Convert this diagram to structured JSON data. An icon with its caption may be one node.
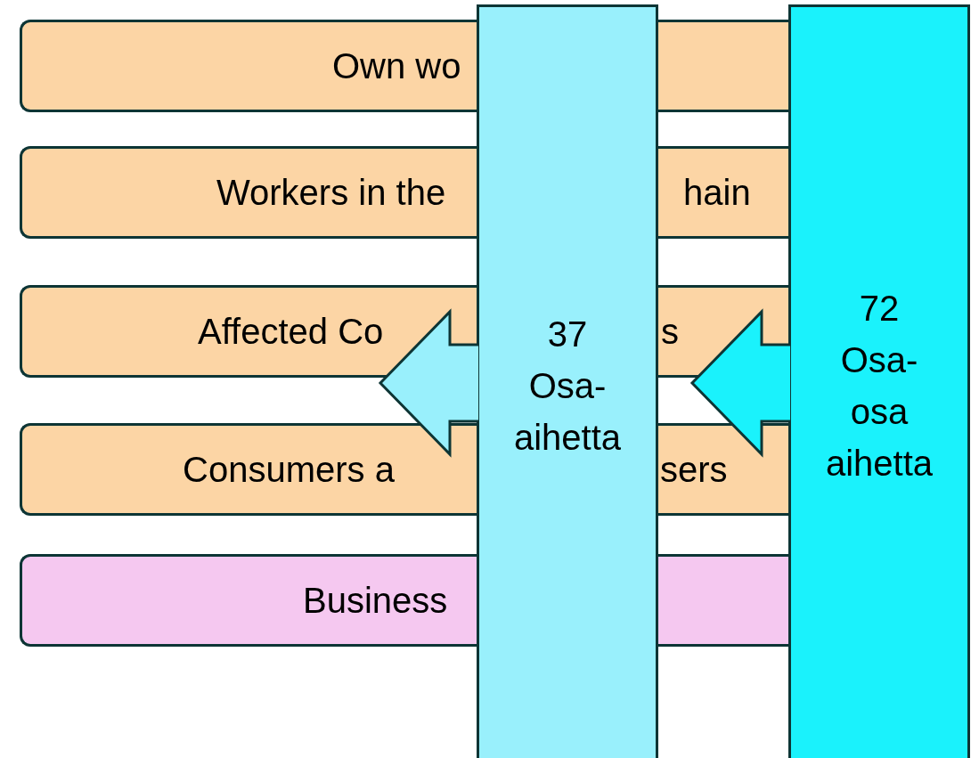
{
  "diagram": {
    "nodes": [
      {
        "text": [
          "Own wo"
        ]
      },
      {
        "text": [],
        "shape": "box"
      },
      {
        "text": [
          "Workers in the"
        ]
      },
      {
        "text": [
          "hain"
        ]
      },
      {
        "text": [
          "Affected Co"
        ]
      },
      {
        "text": [
          "s"
        ]
      },
      {
        "text": [
          "Consumers a"
        ]
      },
      {
        "text": [
          "sers"
        ]
      },
      {
        "text": [
          "Business"
        ]
      },
      {
        "text": [],
        "shape": "box"
      },
      {
        "text": [
          "37 Osa- aihetta"
        ]
      },
      {
        "text": [
          "72 Osa- osa aihetta"
        ]
      }
    ],
    "edges": [
      {
        "from": 11,
        "to": 10,
        "arrow": "to"
      },
      {
        "from": 10,
        "to": null,
        "arrow": "to"
      }
    ]
  }
}
